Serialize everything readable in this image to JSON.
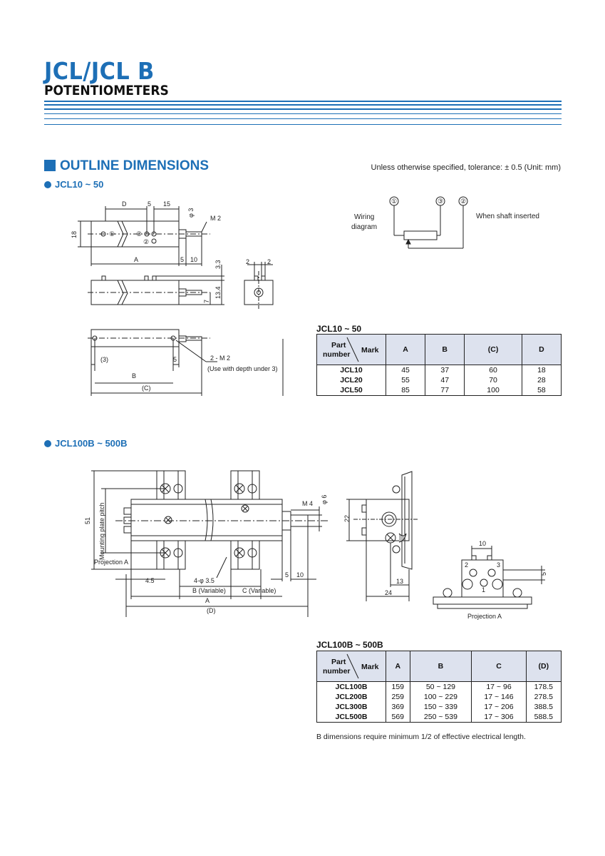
{
  "header": {
    "title": "JCL/JCL B",
    "subtitle": "POTENTIOMETERS"
  },
  "section": {
    "title": "OUTLINE DIMENSIONS",
    "tolerance_note": "Unless otherwise specified, tolerance: ± 0.5 (Unit: mm)"
  },
  "jcl10": {
    "heading": "JCL10 ~ 50",
    "drawing_labels": {
      "D": "D",
      "five": "5",
      "fifteen": "15",
      "phi3": "φ 3",
      "m2": "M 2",
      "eighteen": "18",
      "A": "A",
      "five_b": "5",
      "ten": "10",
      "t33": "3.3",
      "t134": "13.4",
      "seven": "7",
      "two_a": "2",
      "two_b": "2",
      "three_p": "(3)",
      "five_c": "5",
      "B": "B",
      "C": "(C)",
      "m2_2": "2 - M 2",
      "depth": "(Use with depth under 3)",
      "c1": "①",
      "c2": "②",
      "c3": "③"
    },
    "wiring": {
      "label_line1": "Wiring",
      "label_line2": "diagram",
      "shaft_note": "When shaft inserted",
      "t1": "①",
      "t3": "③",
      "t2": "②"
    },
    "table": {
      "caption": "JCL10 ~ 50",
      "corner_part": "Part",
      "corner_number": "number",
      "corner_mark": "Mark",
      "headers": [
        "A",
        "B",
        "(C)",
        "D"
      ],
      "rows": [
        [
          "JCL10",
          "45",
          "37",
          "60",
          "18"
        ],
        [
          "JCL20",
          "55",
          "47",
          "70",
          "28"
        ],
        [
          "JCL50",
          "85",
          "77",
          "100",
          "58"
        ]
      ]
    }
  },
  "jcl100": {
    "heading": "JCL100B ~ 500B",
    "drawing_labels": {
      "fifty_one": "51",
      "mount": "Mounting plate pitch",
      "proj_a": "Projection A",
      "four_five": "4.5",
      "hole": "4-φ 3.5",
      "five": "5",
      "ten": "10",
      "bvar": "B (Variable)",
      "cvar": "C (Variable)",
      "A": "A",
      "D": "(D)",
      "m4": "M 4",
      "phi6": "φ 6",
      "twenty_two": "22",
      "thirteen": "13",
      "twenty_four": "24",
      "ten_b": "10",
      "five_b": "5",
      "n1": "1",
      "n2": "2",
      "n3": "3",
      "proj_a2": "Projection A"
    },
    "table": {
      "caption": "JCL100B ~ 500B",
      "corner_part": "Part",
      "corner_number": "number",
      "corner_mark": "Mark",
      "headers": [
        "A",
        "B",
        "C",
        "(D)"
      ],
      "rows": [
        [
          "JCL100B",
          "159",
          "50 ~ 129",
          "17 ~ 96",
          "178.5"
        ],
        [
          "JCL200B",
          "259",
          "100 ~ 229",
          "17 ~ 146",
          "278.5"
        ],
        [
          "JCL300B",
          "369",
          "150 ~ 339",
          "17 ~ 206",
          "388.5"
        ],
        [
          "JCL500B",
          "569",
          "250 ~ 539",
          "17 ~ 306",
          "588.5"
        ]
      ]
    },
    "footnote": "B dimensions require minimum 1/2 of effective electrical length."
  },
  "colors": {
    "accent": "#1d6fb6",
    "table_header": "#dde2ee"
  }
}
